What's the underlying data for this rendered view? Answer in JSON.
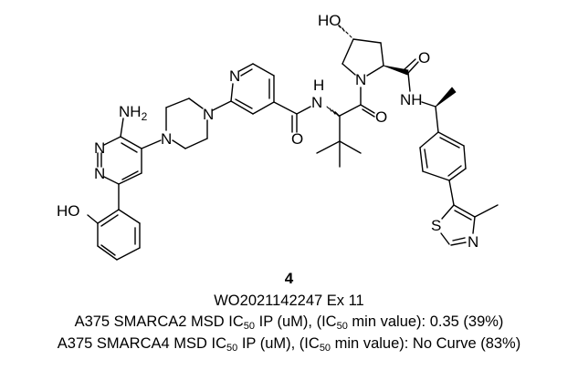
{
  "compound": {
    "number": "4",
    "source": "WO2021142247 Ex 11",
    "atom_labels": {
      "amine": "NH2",
      "phenol": "HO",
      "hydroxyproline_oh": "HO",
      "pyridazine_n1": "N",
      "pyridazine_n2": "N",
      "piperazine_n1": "N",
      "piperazine_n2": "N",
      "pyridine_n": "N",
      "amide_nh_h": "H",
      "amide_nh_n": "N",
      "proline_n": "N",
      "amide_o1": "O",
      "amide_o2": "O",
      "amide_o3": "O",
      "amide_nh2": "NH",
      "thiazole_s": "S",
      "thiazole_n": "N"
    }
  },
  "assays": [
    {
      "prefix": "A375 SMARCA2 MSD IC",
      "sub1": "50",
      "mid": " IP (uM), (IC",
      "sub2": "50",
      "suffix": " min value): 0.35 (39%)"
    },
    {
      "prefix": "A375 SMARCA4 MSD IC",
      "sub1": "50",
      "mid": " IP (uM), (IC",
      "sub2": "50",
      "suffix": " min value): No Curve (83%)"
    }
  ]
}
